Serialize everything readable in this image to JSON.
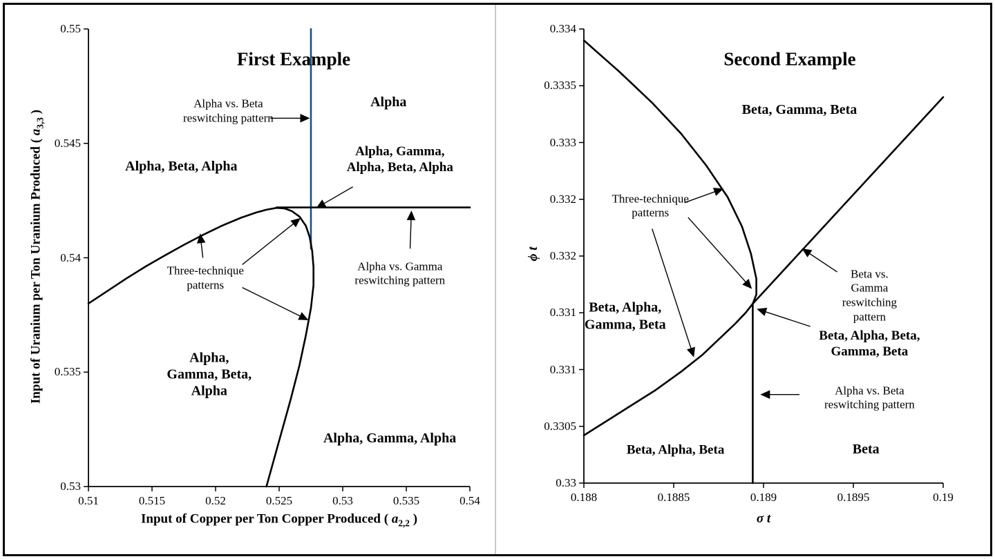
{
  "figure": {
    "background": "#ffffff",
    "border_color": "#000000",
    "divider_color": "#c8c8c8",
    "accent_blue": "#1f4e79"
  },
  "chart_data": [
    {
      "type": "line",
      "title": "First Example",
      "xlim": [
        0.51,
        0.54
      ],
      "ylim": [
        0.53,
        0.55
      ],
      "grid": false,
      "legend": "none",
      "xlabel": {
        "prefix": "Input of Copper per Ton Copper Produced ( ",
        "symbol": "a",
        "subscript": "2,2",
        "suffix": " )"
      },
      "ylabel": {
        "prefix": "Input of Uranium per Ton Uranium Produced ( ",
        "symbol": "a",
        "subscript": "3,3",
        "suffix": " )"
      },
      "x_ticks": [
        {
          "value": 0.51,
          "label": "0.51"
        },
        {
          "value": 0.515,
          "label": "0.515"
        },
        {
          "value": 0.52,
          "label": "0.52"
        },
        {
          "value": 0.525,
          "label": "0.525"
        },
        {
          "value": 0.53,
          "label": "0.53"
        },
        {
          "value": 0.535,
          "label": "0.535"
        },
        {
          "value": 0.54,
          "label": "0.54"
        }
      ],
      "y_ticks": [
        {
          "value": 0.55,
          "label": "0.55"
        },
        {
          "value": 0.545,
          "label": "0.545"
        },
        {
          "value": 0.54,
          "label": "0.54"
        },
        {
          "value": 0.535,
          "label": "0.535"
        },
        {
          "value": 0.53,
          "label": "0.53"
        }
      ],
      "curves": [
        {
          "name": "alpha-beta-reswitching-line",
          "color": "#1f4e79",
          "width": 2.6,
          "points": [
            [
              0.5275,
              0.55
            ],
            [
              0.5275,
              0.5404
            ]
          ]
        },
        {
          "name": "alpha-gamma-reswitching-line",
          "color": "#000000",
          "width": 2.6,
          "points": [
            [
              0.5248,
              0.5422
            ],
            [
              0.54,
              0.5422
            ]
          ]
        },
        {
          "name": "three-technique-envelope-curve",
          "color": "#000000",
          "width": 2.6,
          "points": [
            [
              0.51,
              0.538
            ],
            [
              0.5115,
              0.53855
            ],
            [
              0.513,
              0.5391
            ],
            [
              0.5145,
              0.53962
            ],
            [
              0.516,
              0.5401
            ],
            [
              0.5175,
              0.54056
            ],
            [
              0.519,
              0.541
            ],
            [
              0.5205,
              0.5414
            ],
            [
              0.522,
              0.54175
            ],
            [
              0.5232,
              0.54198
            ],
            [
              0.524,
              0.5421
            ],
            [
              0.5248,
              0.54218
            ],
            [
              0.5254,
              0.54216
            ],
            [
              0.526,
              0.54204
            ],
            [
              0.5266,
              0.5418
            ],
            [
              0.5271,
              0.5414
            ],
            [
              0.5274,
              0.5409
            ],
            [
              0.5276,
              0.5403
            ],
            [
              0.5277,
              0.5396
            ],
            [
              0.5277,
              0.5388
            ],
            [
              0.5275,
              0.5378
            ],
            [
              0.5271,
              0.5366
            ],
            [
              0.5266,
              0.5353
            ],
            [
              0.5259,
              0.5338
            ],
            [
              0.5251,
              0.5322
            ],
            [
              0.5243,
              0.5306
            ],
            [
              0.524,
              0.53
            ]
          ]
        }
      ],
      "annotations": [
        {
          "text": "Alpha vs. Beta\nreswitching pattern",
          "x": 0.521,
          "y": 0.5464,
          "bold": false,
          "size": 17,
          "arrows": [
            {
              "x1": 0.5243,
              "y1": 0.5461,
              "x2": 0.5273,
              "y2": 0.5461
            }
          ]
        },
        {
          "text": "Alpha",
          "x": 0.5336,
          "y": 0.5468,
          "bold": true,
          "size": 20
        },
        {
          "text": "Alpha, Gamma,\nAlpha, Beta, Alpha",
          "x": 0.5345,
          "y": 0.5443,
          "bold": true,
          "size": 19,
          "arrows": [
            {
              "x1": 0.5308,
              "y1": 0.5431,
              "x2": 0.528,
              "y2": 0.5422
            }
          ]
        },
        {
          "text": "Alpha, Beta, Alpha",
          "x": 0.5173,
          "y": 0.544,
          "bold": true,
          "size": 20
        },
        {
          "text": "Three-technique\npatterns",
          "x": 0.5192,
          "y": 0.5391,
          "bold": false,
          "size": 17,
          "arrows": [
            {
              "x1": 0.519,
              "y1": 0.54,
              "x2": 0.5188,
              "y2": 0.541
            },
            {
              "x1": 0.5221,
              "y1": 0.5397,
              "x2": 0.5266,
              "y2": 0.5417
            },
            {
              "x1": 0.5221,
              "y1": 0.5387,
              "x2": 0.5272,
              "y2": 0.5373
            }
          ]
        },
        {
          "text": "Alpha vs. Gamma\nreswitching pattern",
          "x": 0.5345,
          "y": 0.5393,
          "bold": false,
          "size": 17,
          "arrows": [
            {
              "x1": 0.5353,
              "y1": 0.5404,
              "x2": 0.5354,
              "y2": 0.542
            }
          ]
        },
        {
          "text": "Alpha,\nGamma, Beta,\nAlpha",
          "x": 0.5195,
          "y": 0.5349,
          "bold": true,
          "size": 20
        },
        {
          "text": "Alpha, Gamma, Alpha",
          "x": 0.5337,
          "y": 0.5321,
          "bold": true,
          "size": 20
        }
      ]
    },
    {
      "type": "line",
      "title": "Second Example",
      "xlim": [
        0.188,
        0.19
      ],
      "ylim": [
        0.33,
        0.334
      ],
      "grid": false,
      "legend": "none",
      "xlabel": {
        "prefix": "",
        "symbol": "σ t",
        "subscript": "",
        "suffix": ""
      },
      "ylabel": {
        "prefix": "",
        "symbol": "ϕ t",
        "subscript": "",
        "suffix": ""
      },
      "x_ticks": [
        {
          "value": 0.188,
          "label": "0.188"
        },
        {
          "value": 0.1885,
          "label": "0.1885"
        },
        {
          "value": 0.189,
          "label": "0.189"
        },
        {
          "value": 0.1895,
          "label": "0.1895"
        },
        {
          "value": 0.19,
          "label": "0.19"
        }
      ],
      "y_ticks": [
        {
          "value": 0.334,
          "label": "0.334"
        },
        {
          "value": 0.3335,
          "label": "0.3335"
        },
        {
          "value": 0.333,
          "label": "0.333"
        },
        {
          "value": 0.3325,
          "label": "0.332"
        },
        {
          "value": 0.332,
          "label": "0.332"
        },
        {
          "value": 0.3315,
          "label": "0.331"
        },
        {
          "value": 0.331,
          "label": "0.331"
        },
        {
          "value": 0.3305,
          "label": "0.3305"
        },
        {
          "value": 0.33,
          "label": "0.33"
        }
      ],
      "curves": [
        {
          "name": "three-technique-envelope-curve",
          "color": "#000000",
          "width": 2.6,
          "points": [
            [
              0.188,
              0.3339
            ],
            [
              0.1882,
              0.33362
            ],
            [
              0.18838,
              0.33335
            ],
            [
              0.18854,
              0.33308
            ],
            [
              0.18868,
              0.3328
            ],
            [
              0.1888,
              0.33252
            ],
            [
              0.18888,
              0.33226
            ],
            [
              0.18893,
              0.33202
            ],
            [
              0.18896,
              0.3318
            ],
            [
              0.18896,
              0.33166
            ],
            [
              0.18894,
              0.33158
            ],
            [
              0.1889,
              0.3315
            ],
            [
              0.18884,
              0.3314
            ],
            [
              0.18876,
              0.33128
            ],
            [
              0.18866,
              0.33113
            ],
            [
              0.18854,
              0.33098
            ],
            [
              0.1884,
              0.33082
            ],
            [
              0.18824,
              0.33066
            ],
            [
              0.18806,
              0.33048
            ],
            [
              0.188,
              0.33042
            ]
          ]
        },
        {
          "name": "beta-gamma-reswitching-line",
          "color": "#000000",
          "width": 2.6,
          "points": [
            [
              0.18894,
              0.33158
            ],
            [
              0.19,
              0.3334
            ]
          ]
        },
        {
          "name": "alpha-beta-reswitching-line",
          "color": "#000000",
          "width": 2.6,
          "points": [
            [
              0.18894,
              0.33
            ],
            [
              0.18894,
              0.33158
            ]
          ]
        }
      ],
      "annotations": [
        {
          "text": "Beta, Gamma, Beta",
          "x": 0.1892,
          "y": 0.33329,
          "bold": true,
          "size": 20
        },
        {
          "text": "Three-technique\npatterns",
          "x": 0.18837,
          "y": 0.33244,
          "bold": false,
          "size": 17,
          "arrows": [
            {
              "x1": 0.18856,
              "y1": 0.33247,
              "x2": 0.18877,
              "y2": 0.33259
            },
            {
              "x1": 0.18858,
              "y1": 0.33234,
              "x2": 0.18893,
              "y2": 0.33172
            },
            {
              "x1": 0.18838,
              "y1": 0.33224,
              "x2": 0.18861,
              "y2": 0.33112
            }
          ]
        },
        {
          "text": "Beta, Alpha,\nGamma, Beta",
          "x": 0.18823,
          "y": 0.33147,
          "bold": true,
          "size": 20
        },
        {
          "text": "Beta vs.\nGamma\nreswitching\npattern",
          "x": 0.18959,
          "y": 0.33165,
          "bold": false,
          "size": 17,
          "arrows": [
            {
              "x1": 0.18941,
              "y1": 0.33186,
              "x2": 0.18922,
              "y2": 0.33206
            }
          ]
        },
        {
          "text": "Beta, Alpha, Beta,\nGamma, Beta",
          "x": 0.18959,
          "y": 0.33123,
          "bold": true,
          "size": 19,
          "arrows": [
            {
              "x1": 0.18926,
              "y1": 0.33138,
              "x2": 0.18897,
              "y2": 0.33153
            }
          ]
        },
        {
          "text": "Alpha vs. Beta\nreswitching pattern",
          "x": 0.18959,
          "y": 0.33075,
          "bold": false,
          "size": 17,
          "arrows": [
            {
              "x1": 0.1892,
              "y1": 0.33078,
              "x2": 0.18899,
              "y2": 0.33078
            }
          ]
        },
        {
          "text": "Beta, Alpha, Beta",
          "x": 0.18851,
          "y": 0.33029,
          "bold": true,
          "size": 19
        },
        {
          "text": "Beta",
          "x": 0.18957,
          "y": 0.3303,
          "bold": true,
          "size": 20
        }
      ]
    }
  ]
}
